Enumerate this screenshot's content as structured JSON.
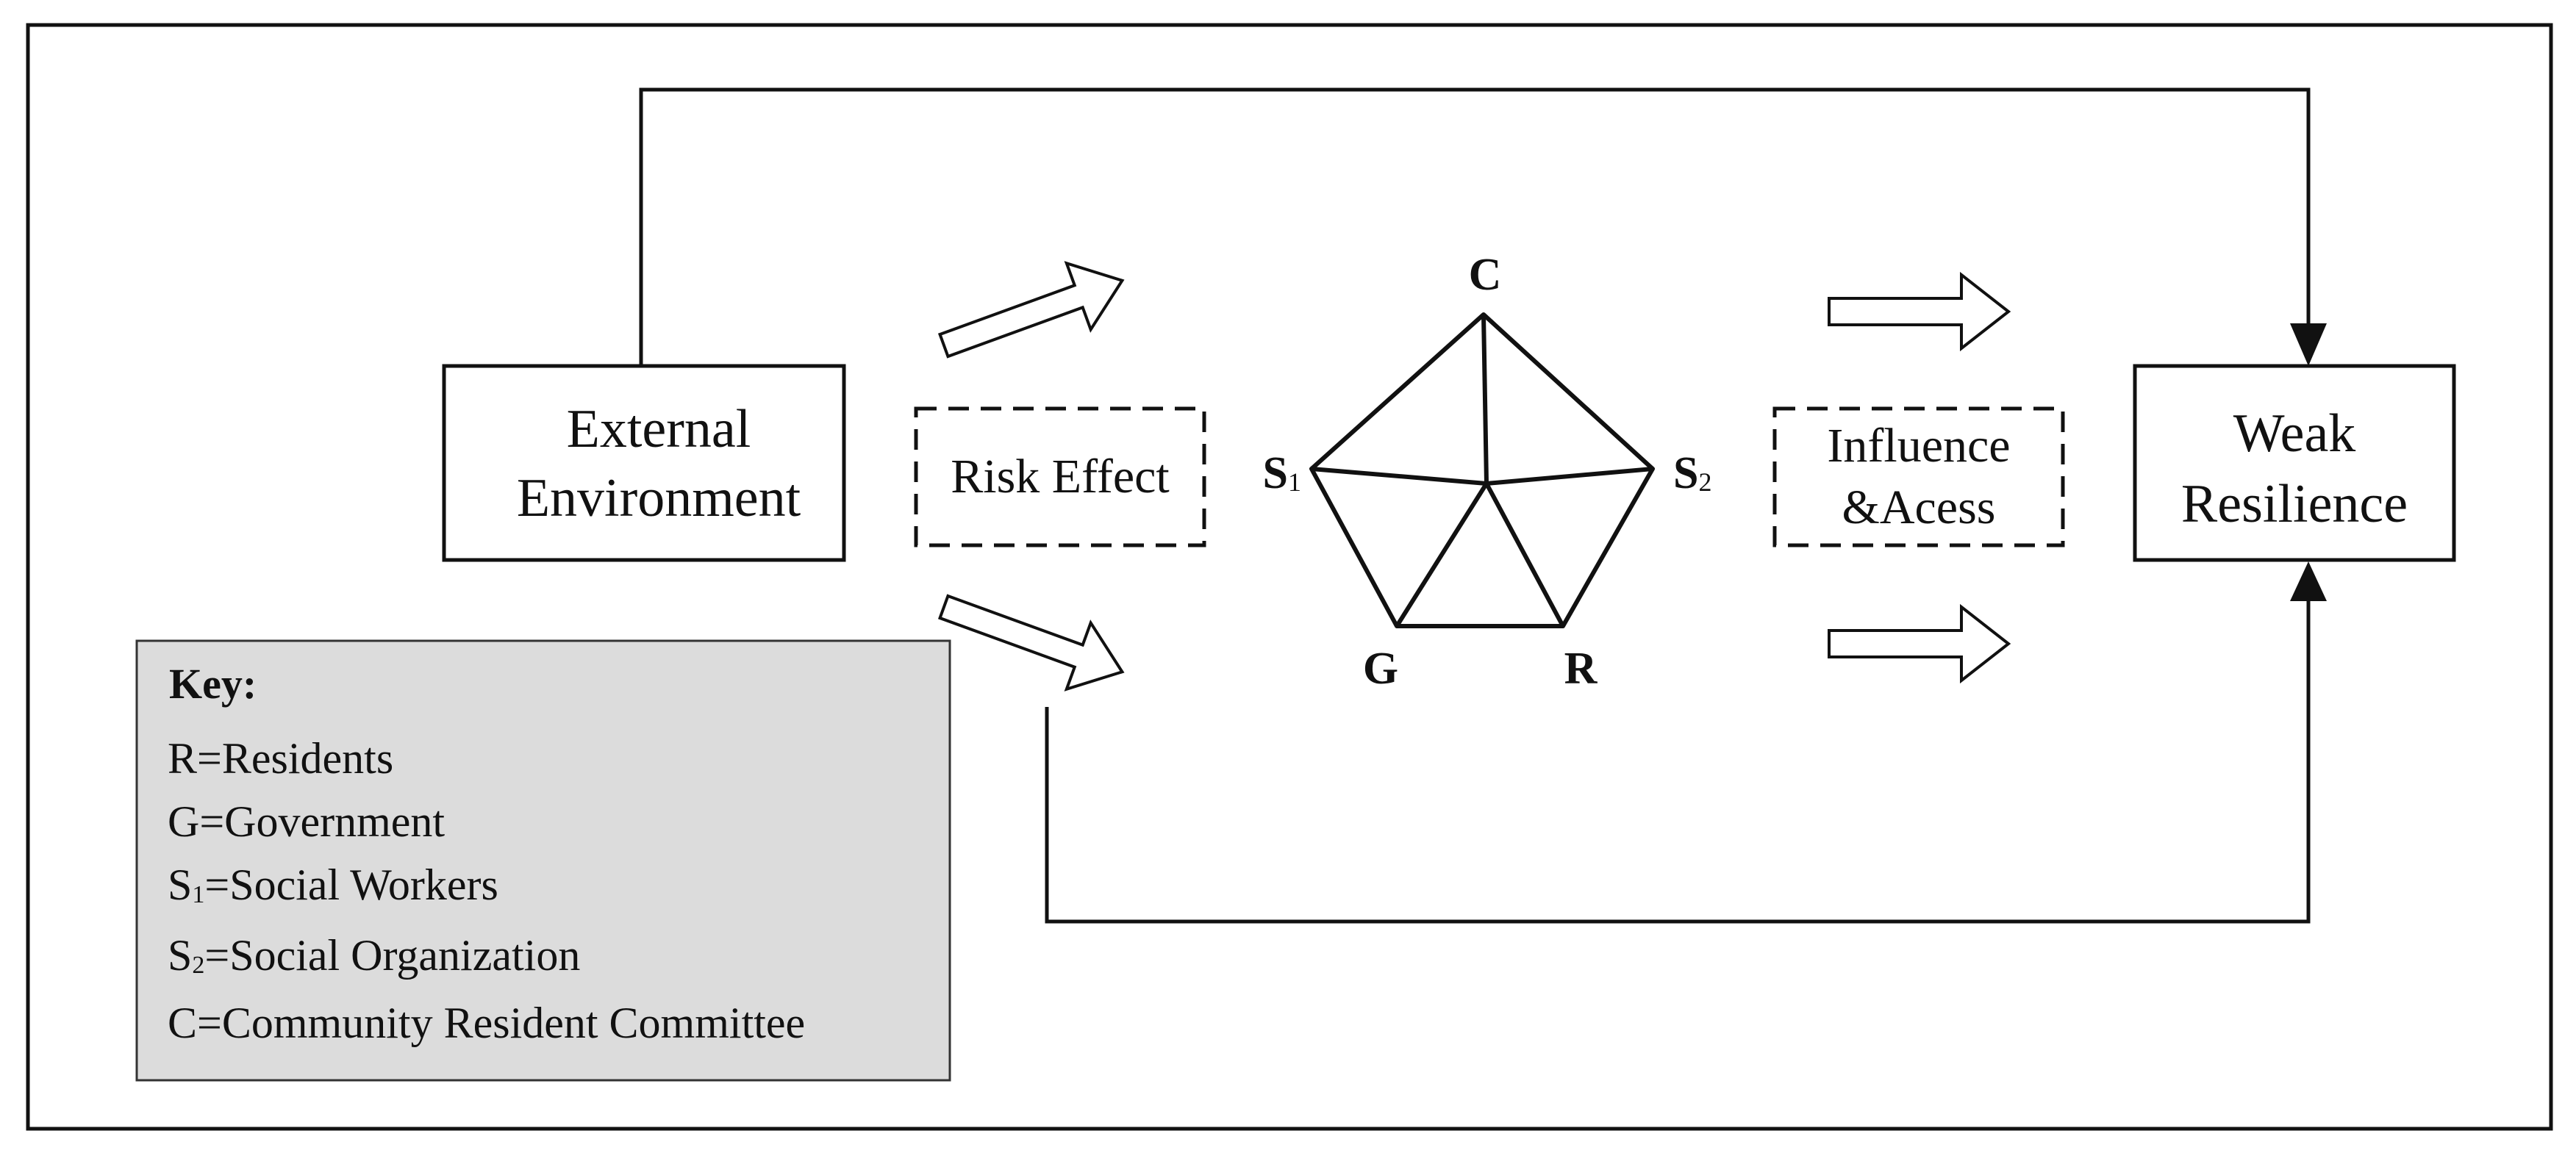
{
  "boxes": {
    "external": [
      "External",
      "Environment"
    ],
    "weak": [
      "Weak",
      "Resilience"
    ]
  },
  "dashed": {
    "risk": [
      "Risk Effect"
    ],
    "influence": [
      "Influence",
      "&Acess"
    ]
  },
  "vertices": {
    "C": {
      "main": "C",
      "sub": ""
    },
    "S1": {
      "main": "S",
      "sub": "1"
    },
    "S2": {
      "main": "S",
      "sub": "2"
    },
    "G": {
      "main": "G",
      "sub": ""
    },
    "R": {
      "main": "R",
      "sub": ""
    }
  },
  "key": {
    "title": "Key:",
    "entries": [
      {
        "main": "R",
        "sub": "",
        "rest": "=Residents"
      },
      {
        "main": "G",
        "sub": "",
        "rest": "=Government"
      },
      {
        "main": "S",
        "sub": "1",
        "rest": "=Social Workers"
      },
      {
        "main": "S",
        "sub": "2",
        "rest": "=Social Organization"
      },
      {
        "main": "C",
        "sub": "",
        "rest": "=Community Resident Committee"
      }
    ]
  },
  "colors": {
    "stroke": "#111111",
    "key_fill": "#dcdcdc",
    "background": "#ffffff"
  }
}
